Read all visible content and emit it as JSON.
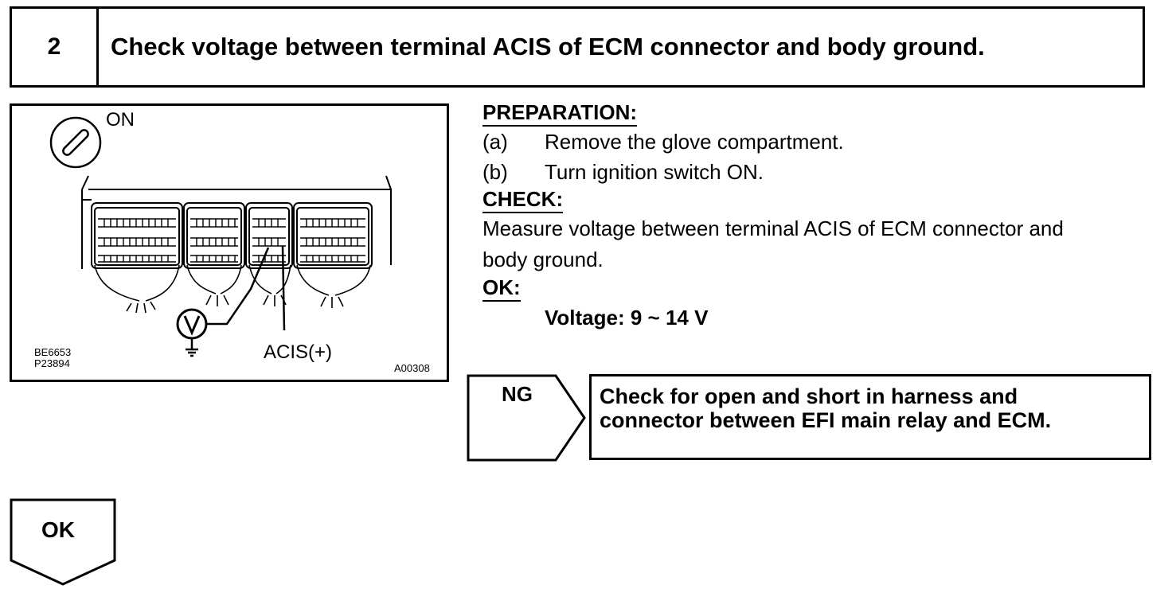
{
  "step": {
    "number": "2",
    "title": "Check voltage between terminal ACIS of ECM connector and body ground."
  },
  "figure": {
    "switch_label": "ON",
    "terminal_label": "ACIS(+)",
    "code_left_1": "BE6653",
    "code_left_2": "P23894",
    "code_right": "A00308",
    "icons": [
      "ignition-key-icon",
      "voltmeter-icon",
      "ground-icon"
    ]
  },
  "preparation": {
    "heading": "PREPARATION:",
    "steps": [
      {
        "label": "(a)",
        "text": "Remove the glove compartment."
      },
      {
        "label": "(b)",
        "text": "Turn ignition switch ON."
      }
    ]
  },
  "check": {
    "heading": "CHECK:",
    "line1": "Measure voltage between terminal ACIS of ECM connector and",
    "line2": "body ground."
  },
  "ok_spec": {
    "heading": "OK:",
    "value": "Voltage: 9 ~ 14 V"
  },
  "result_ng": {
    "tag": "NG",
    "line1": "Check for open and short in harness and",
    "line2": "connector between EFI main relay and ECM."
  },
  "result_ok": {
    "tag": "OK"
  }
}
